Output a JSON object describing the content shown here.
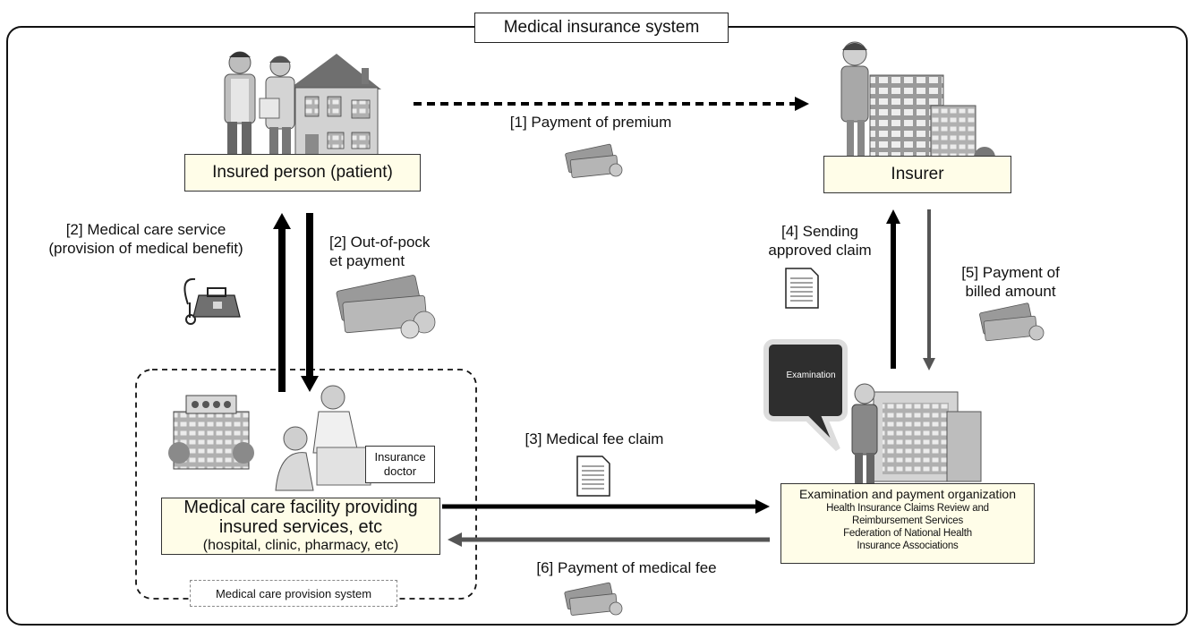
{
  "title": "Medical insurance system",
  "insured_person": {
    "label": "Insured person (patient)"
  },
  "insurer": {
    "label": "Insurer"
  },
  "medical_facility": {
    "line1": "Medical care facility providing",
    "line2": "insured services, etc",
    "line3": "(hospital, clinic, pharmacy, etc)"
  },
  "insurance_doctor": {
    "line1": "Insurance",
    "line2": "doctor"
  },
  "care_provision_system": "Medical care provision system",
  "exam_org": {
    "line1": "Examination and payment organization",
    "line2": "Health Insurance Claims Review and",
    "line3": "Reimbursement Services",
    "line4": "Federation of National Health",
    "line5": "Insurance Associations"
  },
  "bubble": "Examination",
  "flows": {
    "f1": "[1] Payment of premium",
    "f2a_line1": "[2] Medical care service",
    "f2a_line2": "(provision of medical benefit)",
    "f2b_line1": "[2] Out-of-pock",
    "f2b_line2": "et payment",
    "f3": "[3] Medical fee claim",
    "f4_line1": "[4] Sending",
    "f4_line2": "approved claim",
    "f5_line1": "[5] Payment of",
    "f5_line2": "billed amount",
    "f6": "[6] Payment of medical fee"
  },
  "colors": {
    "box_fill": "#fffde8",
    "arrow_dark": "#000000",
    "arrow_grey": "#555555"
  }
}
